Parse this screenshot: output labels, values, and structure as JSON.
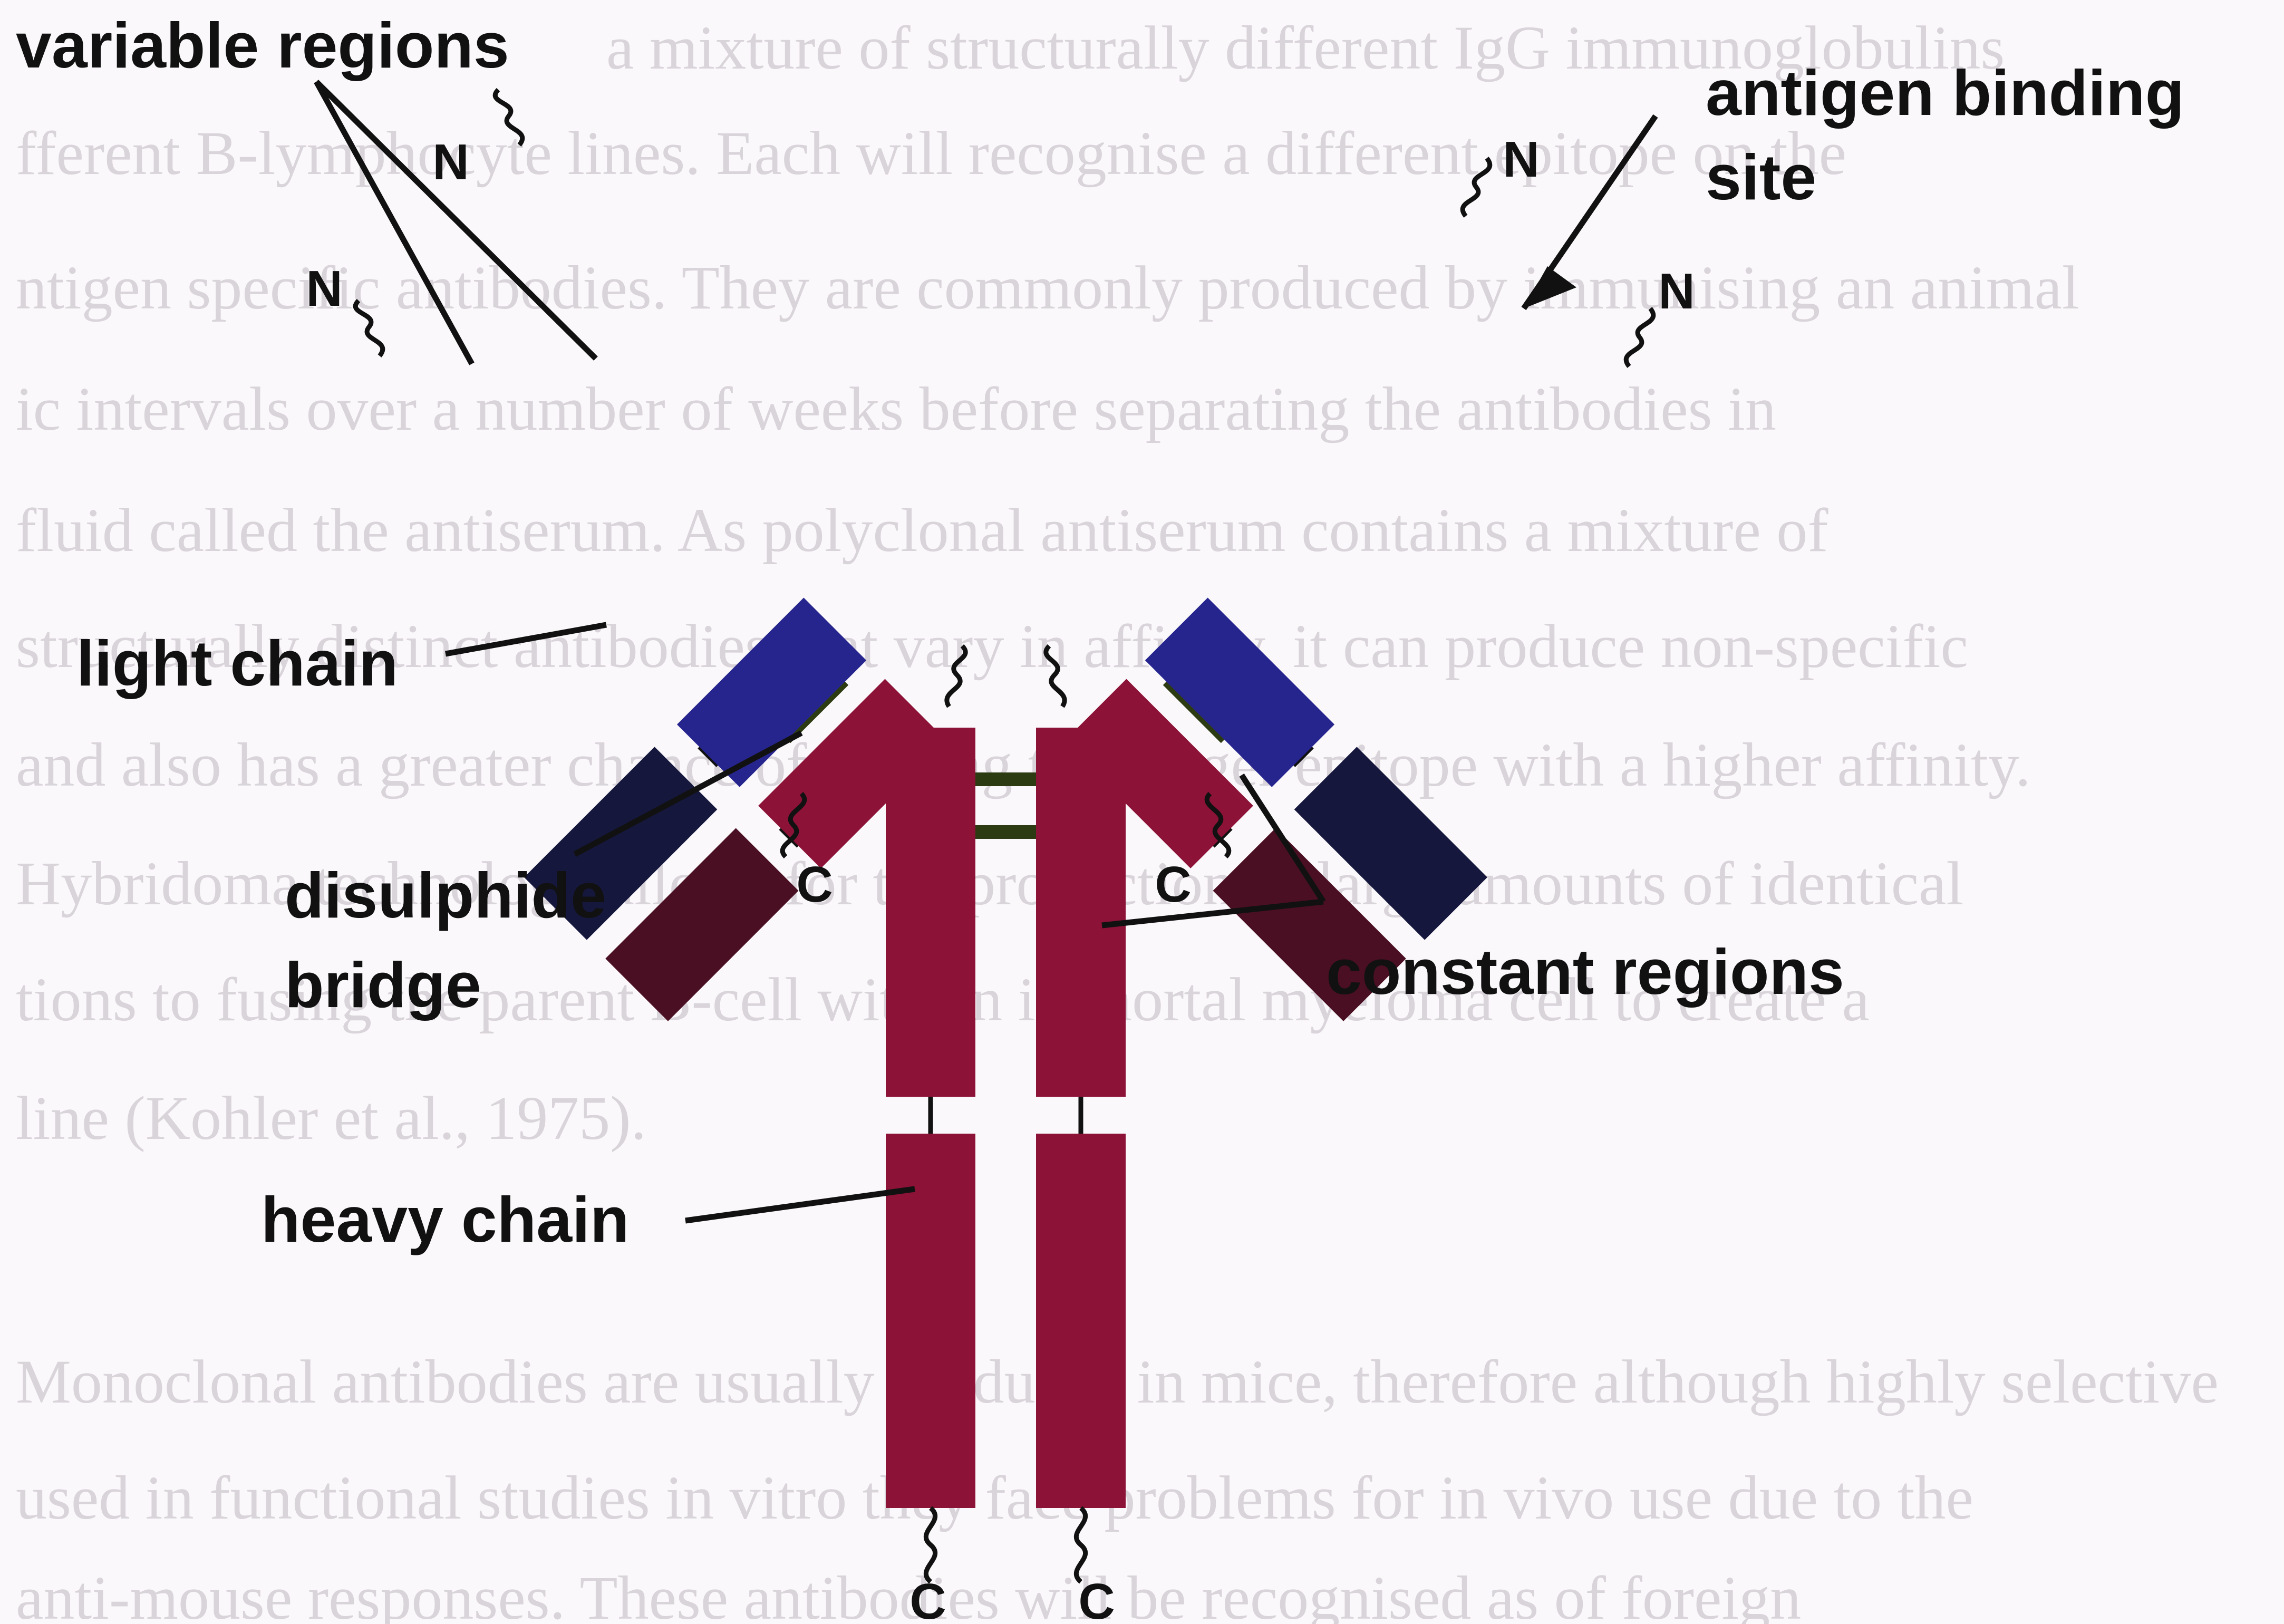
{
  "colors": {
    "heavy_constant": "#8c1238",
    "heavy_variable": "#4a0f22",
    "light_constant": "#26258e",
    "light_variable": "#15173d",
    "disulphide": "#2d3b12",
    "background_text": "#d9d3da"
  },
  "background_text": [
    "a mixture of structurally different IgG immunoglobulins",
    "fferent B-lymphocyte lines. Each will recognise a different epitope on the",
    "ntigen specific antibodies. They are commonly produced by immunising an animal",
    "ic intervals over a number of weeks before separating the antibodies in",
    "fluid called the antiserum. As polyclonal antiserum contains a mixture of",
    "structurally distinct antibodies that vary in affinity, it can produce non-specific",
    "and also has a greater chance of binding to a larger epitope with a higher affinity.",
    "Hybridoma technology allows for the production of large amounts of identical",
    "tions to fusing the parent B-cell with an immortal myeloma cell to create a",
    "line (Kohler et al., 1975).",
    "Monoclonal antibodies are usually produced in mice, therefore although highly selective",
    "used in functional studies in vitro they face problems for in vivo use due to the",
    "anti-mouse responses. These antibodies will be recognised as of foreign"
  ],
  "labels": {
    "variable_regions": "variable regions",
    "antigen_binding_line1": "antigen binding",
    "antigen_binding_line2": "site",
    "light_chain": "light chain",
    "disulphide_line1": "disulphide",
    "disulphide_line2": "bridge",
    "constant_regions": "constant regions",
    "heavy_chain": "heavy chain"
  },
  "termini": {
    "n1": "N",
    "n2": "N",
    "n3": "N",
    "n4": "N",
    "c1": "C",
    "c2": "C",
    "c3": "C",
    "c4": "C"
  }
}
